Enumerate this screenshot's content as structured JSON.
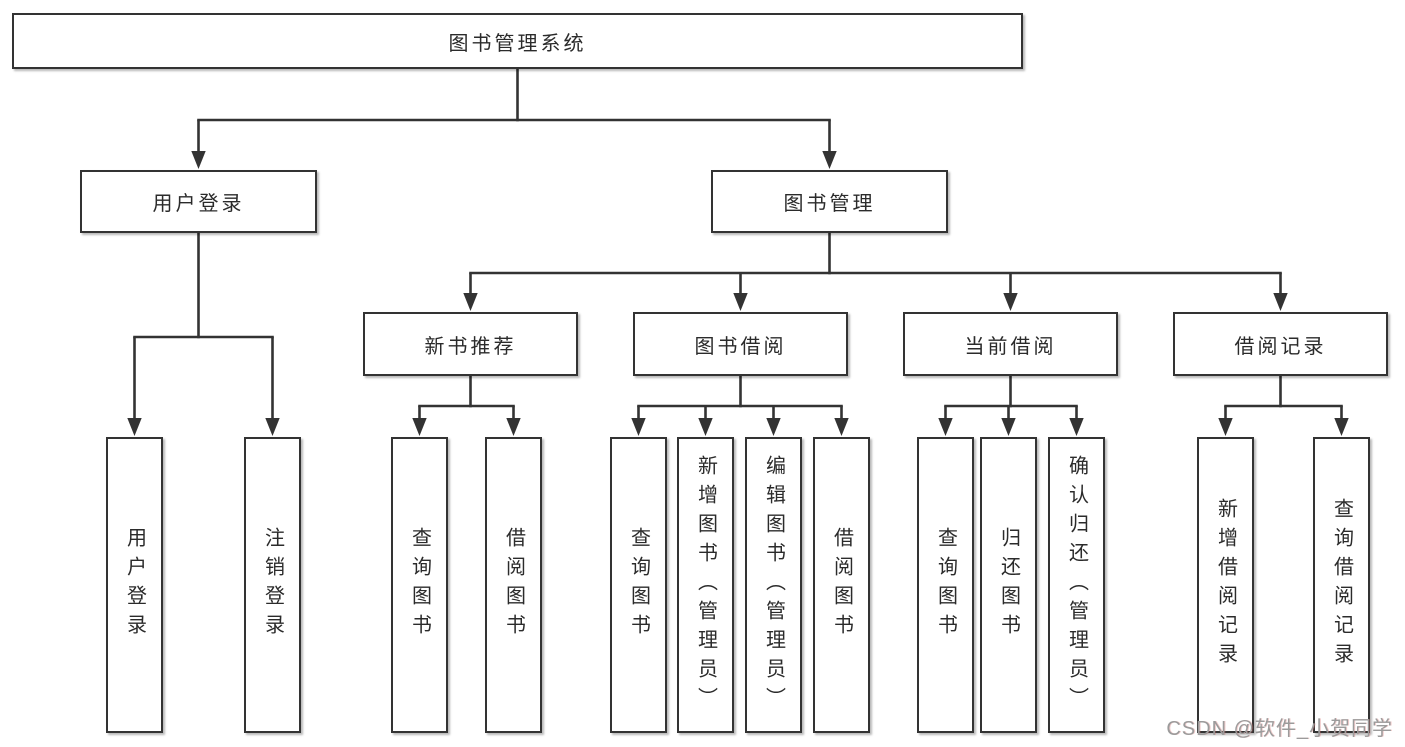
{
  "tree": {
    "label": "图书管理系统",
    "children": [
      {
        "label": "用户登录",
        "children": [
          {
            "label": "用户登录"
          },
          {
            "label": "注销登录"
          }
        ]
      },
      {
        "label": "图书管理",
        "children": [
          {
            "label": "新书推荐",
            "children": [
              {
                "label": "查询图书"
              },
              {
                "label": "借阅图书"
              }
            ]
          },
          {
            "label": "图书借阅",
            "children": [
              {
                "label": "查询图书"
              },
              {
                "label": "新增图书（管理员）"
              },
              {
                "label": "编辑图书（管理员）"
              },
              {
                "label": "借阅图书"
              }
            ]
          },
          {
            "label": "当前借阅",
            "children": [
              {
                "label": "查询图书"
              },
              {
                "label": "归还图书"
              },
              {
                "label": "确认归还（管理员）"
              }
            ]
          },
          {
            "label": "借阅记录",
            "children": [
              {
                "label": "新增借阅记录"
              },
              {
                "label": "查询借阅记录"
              }
            ]
          }
        ]
      }
    ]
  },
  "watermark": {
    "text": "CSDN @软件_小贺同学",
    "color": "#9b9b9b"
  },
  "colors": {
    "line": "#333333",
    "box_border": "#333333",
    "box_fill": "#ffffff",
    "text": "#2b2b2b",
    "background": "#ffffff"
  }
}
